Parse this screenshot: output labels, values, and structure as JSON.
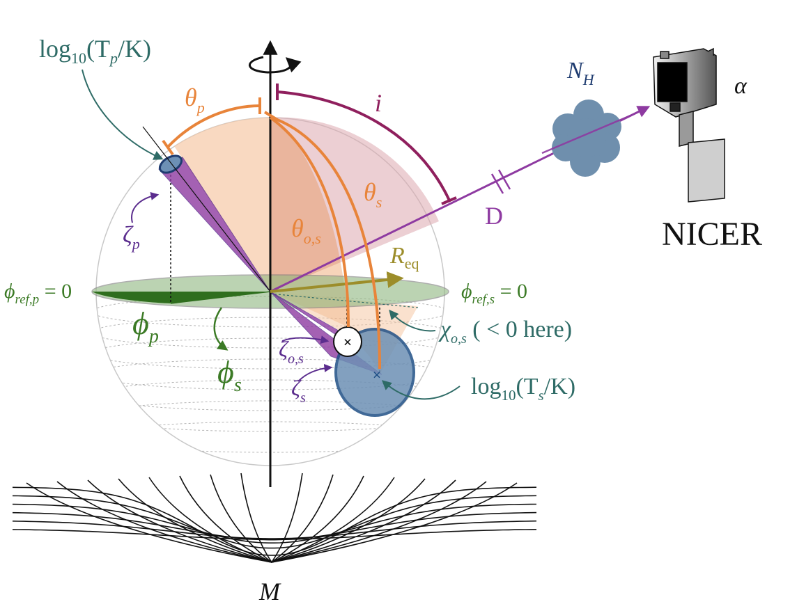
{
  "colors": {
    "orange": "#e8843a",
    "orange_fill": "#f6c9a6",
    "magenta": "#8f1f5d",
    "pink_fill": "#dca8ae",
    "purple": "#8e3aa1",
    "teal": "#2e6b66",
    "green": "#3b7a25",
    "green_fill": "#8fb77f",
    "olive": "#9c8d2a",
    "blue_spot": "#6d90b5",
    "blue_edge": "#1f4f86",
    "cloud": "#6f8fad",
    "navy": "#1f3c70",
    "black": "#111111"
  },
  "labels": {
    "Tp": {
      "main": "log",
      "sub": "10",
      "rest": "(T",
      "sub2": "p",
      "tail": "/K)"
    },
    "Ts": {
      "main": "log",
      "sub": "10",
      "rest": "(T",
      "sub2": "s",
      "tail": "/K)"
    },
    "theta_p": {
      "sym": "θ",
      "sub": "p"
    },
    "theta_s": {
      "sym": "θ",
      "sub": "s"
    },
    "theta_os": {
      "sym": "θ",
      "sub": "o,s"
    },
    "i": "i",
    "NH": {
      "sym": "N",
      "sub": "H"
    },
    "alpha": "α",
    "D": "D",
    "NICER": "NICER",
    "Req": {
      "sym": "R",
      "sub": "eq"
    },
    "zeta_p": {
      "sym": "ζ",
      "sub": "p"
    },
    "zeta_os": {
      "sym": "ζ",
      "sub": "o,s"
    },
    "zeta_s": {
      "sym": "ζ",
      "sub": "s"
    },
    "phi_ref_p": {
      "sym": "ϕ",
      "sub": "ref,p",
      "tail": " = 0"
    },
    "phi_ref_s": {
      "sym": "ϕ",
      "sub": "ref,s",
      "tail": " = 0"
    },
    "phi_p": {
      "sym": "ϕ",
      "sub": "p"
    },
    "phi_s": {
      "sym": "ϕ",
      "sub": "s"
    },
    "chi": {
      "sym": "χ",
      "sub": "o,s",
      "tail": " ( < 0 here)"
    },
    "M": "M"
  }
}
